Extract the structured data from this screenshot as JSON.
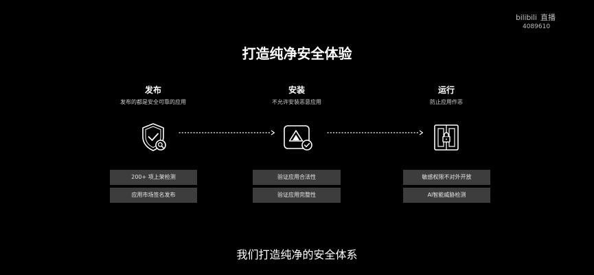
{
  "watermark": {
    "brand": "bilibili",
    "label": "直播",
    "room_id": "4089610"
  },
  "title": "打造纯净安全体验",
  "columns": [
    {
      "heading": "发布",
      "subtitle": "发布的都是安全可靠的应用",
      "icon": "shield-check-search-icon",
      "items": [
        "200+ 项上架检测",
        "应用市场签名发布"
      ]
    },
    {
      "heading": "安装",
      "subtitle": "不允许安装恶意应用",
      "icon": "app-verified-icon",
      "items": [
        "验证应用合法性",
        "验证应用完整性"
      ]
    },
    {
      "heading": "运行",
      "subtitle": "防止应用作恶",
      "icon": "sandbox-lock-icon",
      "items": [
        "敏感权限不对外开放",
        "AI智能威胁检测"
      ]
    }
  ],
  "connector_icon": "dotted-arrow-right-icon",
  "caption": "我们打造纯净的安全体系",
  "colors": {
    "background": "#000000",
    "text": "#ffffff",
    "subtitle_text": "#cfcfcf",
    "item_background": "#3d3d3d",
    "watermark": "#bdbdbd"
  }
}
